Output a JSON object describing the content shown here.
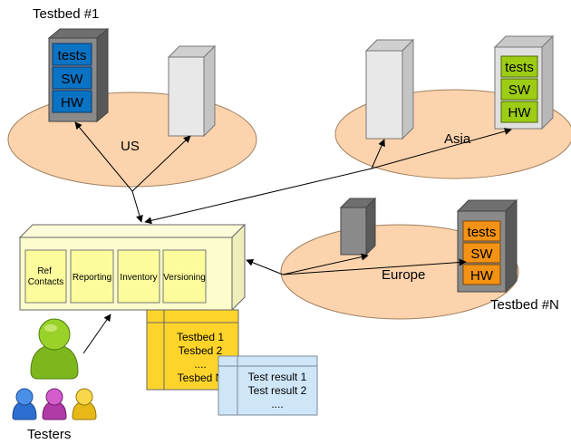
{
  "regions": {
    "us": "US",
    "asia": "Asia",
    "europe": "Europe"
  },
  "testbeds": {
    "first": "Testbed #1",
    "last": "Testbed #N"
  },
  "stack": {
    "tests": "tests",
    "sw": "SW",
    "hw": "HW"
  },
  "central": {
    "modules": [
      "Ref Contacts",
      "Reporting",
      "Inventory",
      "Versioning"
    ]
  },
  "testbed_list": [
    "Testbed 1",
    "Tesbed 2",
    "....",
    "Tesbed N"
  ],
  "result_list": [
    "Test result 1",
    "Test result 2",
    "...."
  ],
  "testers": "Testers",
  "colors": {
    "region_fill": "#fcd3ad",
    "us_stack": "#0a73c4",
    "asia_stack": "#9ccc14",
    "europe_stack": "#f39214",
    "central_fill": "#fcfccc",
    "testbed_list_fill": "#ffd42a",
    "result_list_fill": "#cfe6f8"
  }
}
